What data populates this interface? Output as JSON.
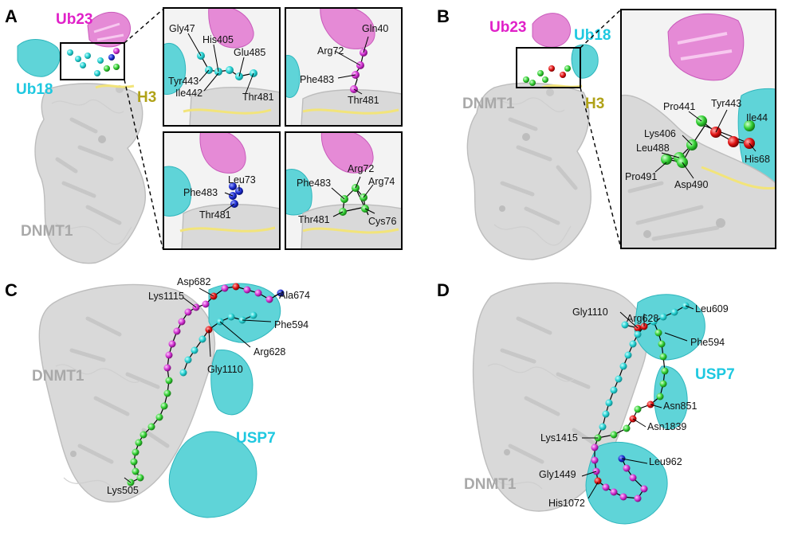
{
  "panels": {
    "A": {
      "letter": "A",
      "labels": {
        "ub23": "Ub23",
        "ub18": "Ub18",
        "h3": "H3",
        "dnmt1": "DNMT1"
      },
      "insets": [
        {
          "residues": [
            "Gly47",
            "His405",
            "Glu485",
            "Tyr443",
            "Ile442",
            "Thr481"
          ]
        },
        {
          "residues": [
            "Gln40",
            "Arg72",
            "Phe483",
            "Thr481"
          ]
        },
        {
          "residues": [
            "Leu73",
            "Phe483",
            "Thr481"
          ]
        },
        {
          "residues": [
            "Arg72",
            "Phe483",
            "Arg74",
            "Thr481",
            "Cys76"
          ]
        }
      ]
    },
    "B": {
      "letter": "B",
      "labels": {
        "ub23": "Ub23",
        "ub18": "Ub18",
        "h3": "H3",
        "dnmt1": "DNMT1"
      },
      "inset": {
        "residues": [
          "Pro441",
          "Tyr443",
          "Ile44",
          "Lys406",
          "Leu488",
          "His68",
          "Pro491",
          "Asp490"
        ]
      }
    },
    "C": {
      "letter": "C",
      "labels": {
        "dnmt1": "DNMT1",
        "usp7": "USP7"
      },
      "residues": [
        "Asp682",
        "Lys1115",
        "Ala674",
        "Phe594",
        "Arg628",
        "Gly1110",
        "Lys505"
      ]
    },
    "D": {
      "letter": "D",
      "labels": {
        "dnmt1": "DNMT1",
        "usp7": "USP7"
      },
      "residues": [
        "Arg628",
        "Gly1110",
        "Leu609",
        "Phe594",
        "Asn851",
        "Asn1839",
        "Lys1415",
        "Leu962",
        "Gly1449",
        "His1072"
      ]
    }
  },
  "colors": {
    "dnmt1": "#c8c8c8",
    "ub23": "#e070d0",
    "ub18": "#40d0d8",
    "h3": "#b8b020",
    "usp7": "#40c8d8",
    "atom_cyan": "#33cccc",
    "atom_magenta": "#cc33cc",
    "atom_green": "#33cc33",
    "atom_blue": "#2233cc",
    "atom_red": "#dd1111"
  }
}
